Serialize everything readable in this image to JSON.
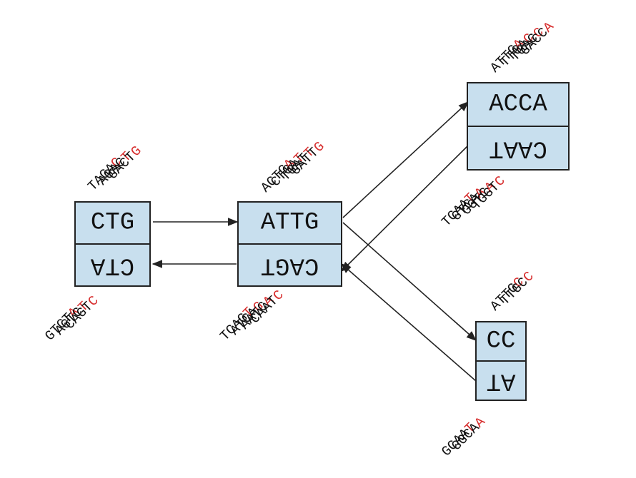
{
  "colors": {
    "node_fill": "#c8dfee",
    "prefix": "#111111",
    "suffix": "#d62b2b",
    "edge": "#222222"
  },
  "nodes": [
    {
      "id": "ctg",
      "top": "CTG",
      "bottom": "CTA",
      "reads_above": [
        {
          "prefix": "TAGA",
          "suffix": "C"
        },
        {
          "prefix": "AGAC",
          "suffix": "T"
        },
        {
          "prefix": "GACT",
          "suffix": "G"
        }
      ],
      "reads_below": [
        {
          "prefix": "GTCT",
          "suffix": "A"
        },
        {
          "prefix": "AGTC",
          "suffix": "T"
        },
        {
          "prefix": "CAGT",
          "suffix": "C"
        }
      ]
    },
    {
      "id": "attg",
      "top": "ATTG",
      "bottom": "CAGT",
      "reads_above": [
        {
          "prefix": "ACTG",
          "suffix": "A"
        },
        {
          "prefix": "CTGA",
          "suffix": "T"
        },
        {
          "prefix": "TGAT",
          "suffix": "T"
        },
        {
          "prefix": "GATT",
          "suffix": "G"
        }
      ],
      "reads_below": [
        {
          "prefix": "TCAG",
          "suffix": "T"
        },
        {
          "prefix": "ATCA",
          "suffix": "G"
        },
        {
          "prefix": "AATC",
          "suffix": "A"
        },
        {
          "prefix": "CAAT",
          "suffix": "C"
        }
      ]
    },
    {
      "id": "acca",
      "top": "ACCA",
      "bottom": "CAAT",
      "reads_above": [
        {
          "prefix": "ATTG",
          "suffix": "A"
        },
        {
          "prefix": "TTGA",
          "suffix": "C"
        },
        {
          "prefix": "TGAC",
          "suffix": "C"
        },
        {
          "prefix": "GACC",
          "suffix": "A"
        }
      ],
      "reads_below": [
        {
          "prefix": "TCAA",
          "suffix": "T"
        },
        {
          "prefix": "GTCA",
          "suffix": "A"
        },
        {
          "prefix": "GGTC",
          "suffix": "A"
        },
        {
          "prefix": "TGGT",
          "suffix": "C"
        }
      ]
    },
    {
      "id": "cc",
      "top": "CC",
      "bottom": "AT",
      "reads_above": [
        {
          "prefix": "ATTG",
          "suffix": "C"
        },
        {
          "prefix": "TTGC",
          "suffix": "C"
        }
      ],
      "reads_below": [
        {
          "prefix": "GCAA",
          "suffix": "T"
        },
        {
          "prefix": "GGCA",
          "suffix": "A"
        }
      ]
    }
  ],
  "edges": [
    {
      "from": "ctg",
      "to": "attg",
      "kind": "fwd"
    },
    {
      "from": "attg",
      "to": "ctg",
      "kind": "rev"
    },
    {
      "from": "attg",
      "to": "acca",
      "kind": "fwd"
    },
    {
      "from": "attg",
      "to": "cc",
      "kind": "fwd"
    },
    {
      "from": "acca",
      "to": "attg",
      "kind": "rev"
    },
    {
      "from": "cc",
      "to": "attg",
      "kind": "rev"
    }
  ]
}
